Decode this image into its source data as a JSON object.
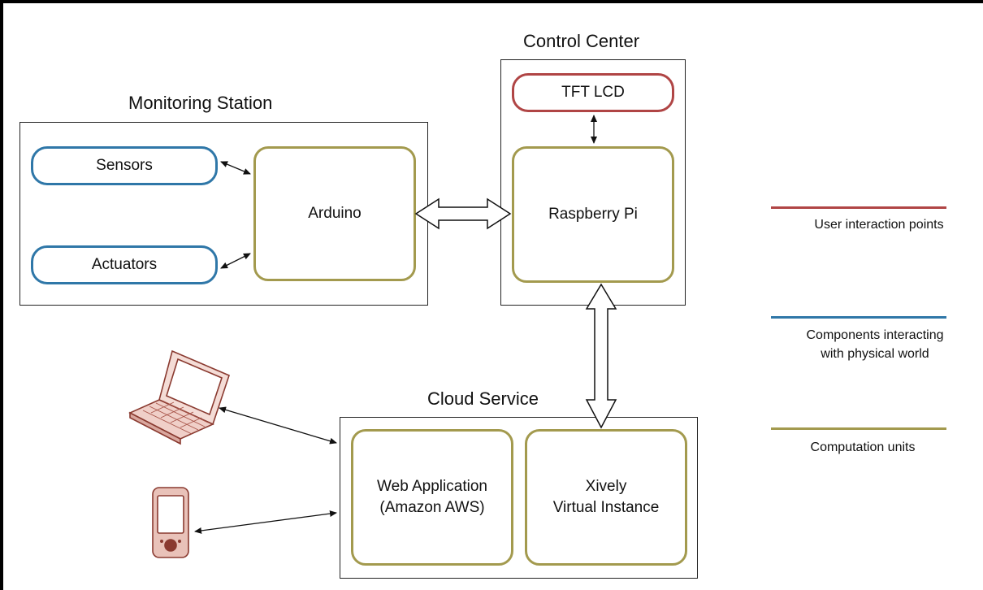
{
  "groups": {
    "monitoring": {
      "title": "Monitoring Station"
    },
    "control": {
      "title": "Control Center"
    },
    "cloud": {
      "title": "Cloud Service"
    }
  },
  "nodes": {
    "sensors": "Sensors",
    "actuators": "Actuators",
    "arduino": "Arduino",
    "tft": "TFT LCD",
    "raspberry": "Raspberry Pi",
    "webapp_line1": "Web Application",
    "webapp_line2": "(Amazon AWS)",
    "xively_line1": "Xively",
    "xively_line2": "Virtual Instance"
  },
  "legend": [
    {
      "label": "User interaction points",
      "color": "#b04545"
    },
    {
      "label_line1": "Components interacting",
      "label_line2": "with physical world",
      "color": "#2f77a8"
    },
    {
      "label": "Computation units",
      "color": "#a39a4e"
    }
  ],
  "icons": {
    "laptop": "laptop-icon",
    "phone": "phone-icon"
  }
}
